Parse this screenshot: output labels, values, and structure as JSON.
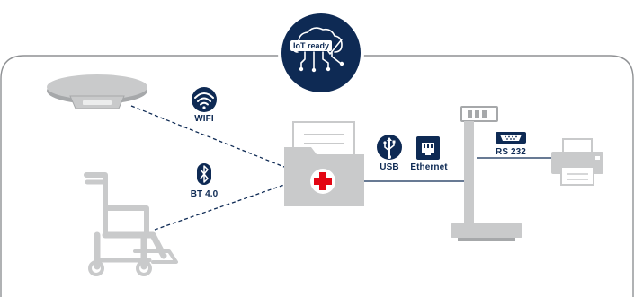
{
  "hub": {
    "badge": "IoT ready",
    "icon": "cloud-check-circuit-icon"
  },
  "connections": {
    "wifi": {
      "label": "WIFI",
      "icon": "wifi-icon"
    },
    "bluetooth": {
      "label": "BT 4.0",
      "icon": "bluetooth-icon"
    },
    "usb": {
      "label": "USB",
      "icon": "usb-icon"
    },
    "ethernet": {
      "label": "Ethernet",
      "icon": "ethernet-port-icon"
    },
    "serial": {
      "label": "RS 232",
      "icon": "serial-port-icon"
    }
  },
  "devices": [
    "ceiling-reader-icon",
    "wheelchair-scale-icon",
    "medical-record-folder-icon",
    "column-scale-icon",
    "printer-icon"
  ],
  "colors": {
    "navy": "#0e2a54",
    "device_gray": "#c9cacb",
    "device_dark": "#a6a8aa",
    "frame": "#8f9194",
    "red_cross": "#e30613"
  }
}
